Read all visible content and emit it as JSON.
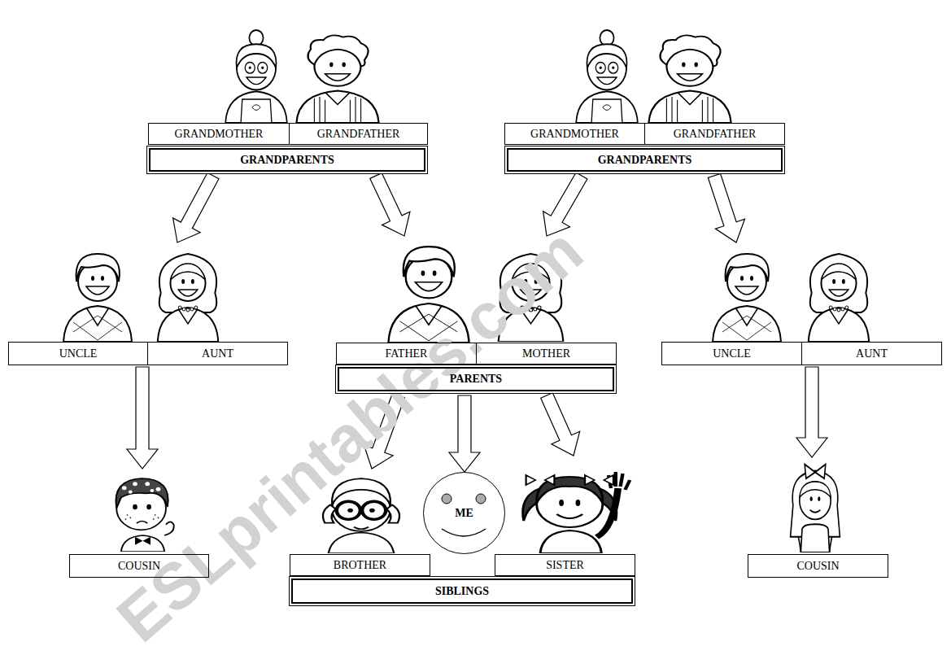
{
  "diagram": {
    "nodes": [
      {
        "text": [
          "GRANDMOTHER"
        ]
      },
      {
        "text": [
          "GRANDFATHER"
        ]
      },
      {
        "text": [
          "GRANDPARENTS"
        ]
      },
      {
        "text": [
          "GRANDMOTHER"
        ]
      },
      {
        "text": [
          "GRANDFATHER"
        ]
      },
      {
        "text": [
          "GRANDPARENTS"
        ]
      },
      {
        "text": [
          "UNCLE"
        ]
      },
      {
        "text": [
          "AUNT"
        ]
      },
      {
        "text": [
          "FATHER"
        ]
      },
      {
        "text": [
          "MOTHER"
        ]
      },
      {
        "text": [
          "PARENTS"
        ]
      },
      {
        "text": [
          "UNCLE"
        ]
      },
      {
        "text": [
          "AUNT"
        ]
      },
      {
        "text": [
          "COUSIN"
        ]
      },
      {
        "text": [
          "BROTHER"
        ]
      },
      {
        "text": [
          "ME"
        ]
      },
      {
        "text": [
          "SISTER"
        ]
      },
      {
        "text": [
          "SIBLINGS"
        ]
      },
      {
        "text": [
          "COUSIN"
        ]
      }
    ],
    "edges": [
      {
        "from": 2,
        "to": 7,
        "arrow": "to"
      },
      {
        "from": 2,
        "to": 8,
        "arrow": "to"
      },
      {
        "from": 5,
        "to": 9,
        "arrow": "to"
      },
      {
        "from": 5,
        "to": 11,
        "arrow": "to"
      },
      {
        "from": 6,
        "to": 13,
        "arrow": "to"
      },
      {
        "from": 10,
        "to": 14,
        "arrow": "to"
      },
      {
        "from": 10,
        "to": 15,
        "arrow": "to"
      },
      {
        "from": 10,
        "to": 16,
        "arrow": "to"
      },
      {
        "from": 12,
        "to": 18,
        "arrow": "to"
      }
    ],
    "labels": [
      "ESLprintables.com"
    ]
  }
}
